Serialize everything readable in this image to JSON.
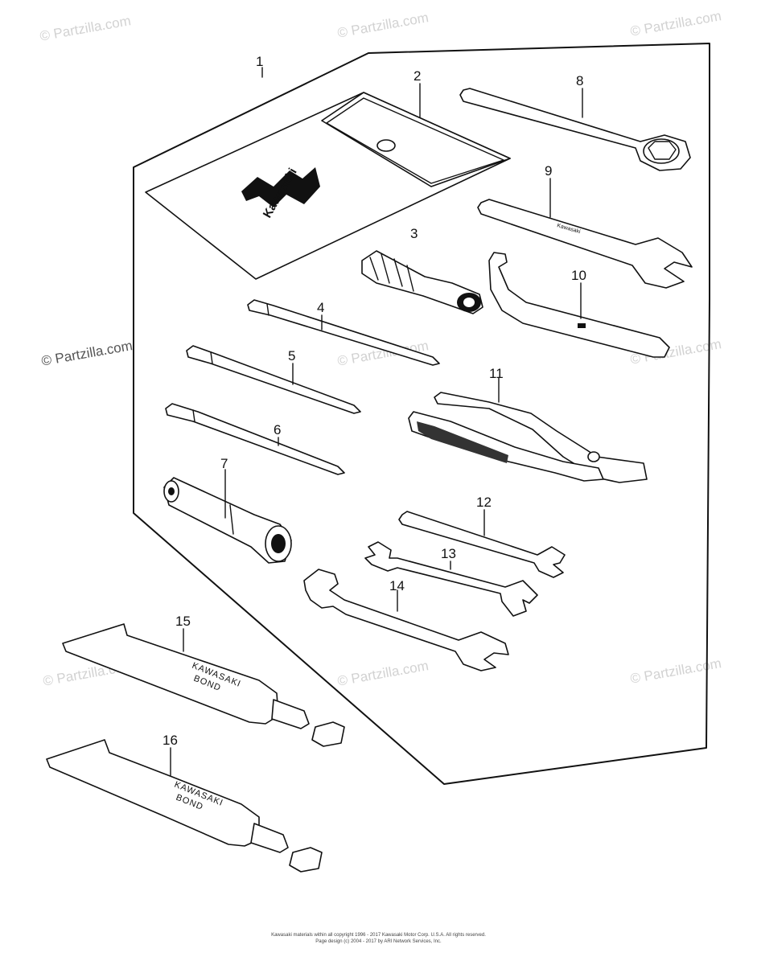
{
  "watermark": "© Partzilla.com",
  "callouts": [
    {
      "id": "1",
      "text": "1"
    },
    {
      "id": "2",
      "text": "2"
    },
    {
      "id": "3",
      "text": "3"
    },
    {
      "id": "4",
      "text": "4"
    },
    {
      "id": "5",
      "text": "5"
    },
    {
      "id": "6",
      "text": "6"
    },
    {
      "id": "7",
      "text": "7"
    },
    {
      "id": "8",
      "text": "8"
    },
    {
      "id": "9",
      "text": "9"
    },
    {
      "id": "10",
      "text": "10"
    },
    {
      "id": "11",
      "text": "11"
    },
    {
      "id": "12",
      "text": "12"
    },
    {
      "id": "13",
      "text": "13"
    },
    {
      "id": "14",
      "text": "14"
    },
    {
      "id": "15",
      "text": "15"
    },
    {
      "id": "16",
      "text": "16"
    }
  ],
  "pouch_logo": "Kawasaki",
  "wrench_logo": "Kawasaki",
  "tube_label": {
    "line1": "KAWASAKI",
    "line2": "BOND"
  },
  "footer": {
    "line1": "Kawasaki materials within all copyright 1996 - 2017  Kawasaki Motor Corp. U.S.A.  All rights reserved.",
    "line2": "Page design (c) 2004 - 2017 by ARI Network Services, Inc."
  }
}
